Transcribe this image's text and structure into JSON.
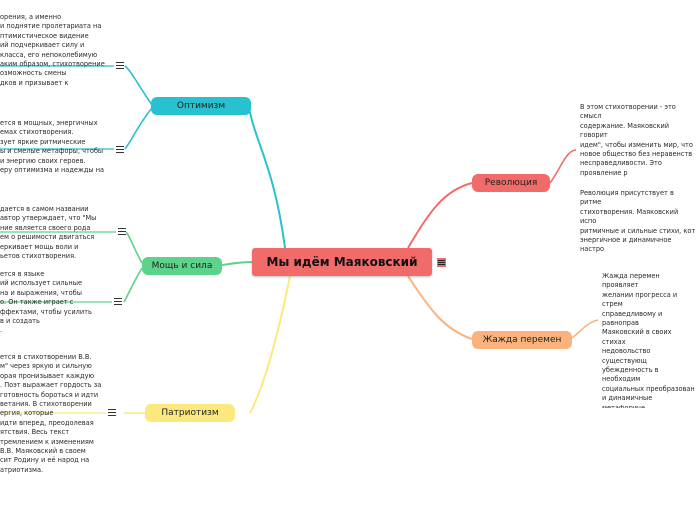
{
  "central": {
    "label": "Мы идём Маяковский"
  },
  "branches": {
    "optimism": {
      "label": "Оптимизм"
    },
    "power": {
      "label": "Мощь и сила"
    },
    "patriotism": {
      "label": "Патриотизм"
    },
    "revolution": {
      "label": "Революция"
    },
    "thirst": {
      "label": "Жажда перемен"
    }
  },
  "notes": {
    "optimism_1": "орения, а именно\nи поднятие пролетариата на\nптимистическое видение\nий подчеркивает силу и\nкласса, его непоколебимую\nаким образом, стихотворение\nозможность смены\nдков и призывает к",
    "optimism_2": "ется в мощных, энергичных\nемах стихотворения.\nзует яркие ритмические\nы и смелые метафоры, чтобы\nи энергию своих героев.\nеру оптимизма и надежды на",
    "power_1": "дается в самом названии\nавтор утверждает, что \"Мы\nние является своего рода\nем о решимости двигаться\nеркивает мощь воли и\nьетов стихотворения.",
    "power_2": "ется в языке\nий использует сильные\nна и выражения, чтобы\nо. Он также играет с\nффектами, чтобы усилить\nв и создать\n.",
    "patriotism_1": "ется в стихотворении В.В.\nм\" через яркую и сильную\nорая пронизывает каждую\n. Поэт выражает гордость за\nготовность бороться и идти\nветания. В стихотворении\nергия, которые\nидти вперед, преодолевая\nятствия. Весь текст\nтремлением к изменениям\nВ.В. Маяковский в своем\nсит Родину и её народ на\nатриотизма.",
    "revolution_1": "В этом стихотворении - это смысл\nсодержание. Маяковский говорит\nидем\", чтобы изменить мир, что\nновое общество без неравенств\nнесправедливости. Это проявление р\nдуха, стремление к социальным\nустановление более справедливо\nобществе.",
    "revolution_2": "Революция присутствует в ритме\nстихотворения. Маяковский испо\nритмичные и сильные стихи, кот\nэнергичное и динамичное настро\nотражает не только внутреннюю\nрешимость автора, но и атмосфе\nперемен.",
    "thirst_1": "Жажда перемен проявляет\nжелании прогресса и стрем\nсправедливому и равноправ\nМаяковский в своих стихах\nнедовольство существующ\nубежденность в необходим\nсоциальных преобразован\nи динамичные метафориче\nчитателям, призывая их не\nсмело шагать вперед и бор\nЭто стихотворение полно с\nагрессии, но в нем также с\nперемену и возможность н\nсудьбы."
  },
  "colors": {
    "central": "#f26b6b",
    "optimism": "#27c1cf",
    "power": "#5cd28a",
    "patriotism": "#fbe97e",
    "revolution": "#f26b6b",
    "thirst": "#fbb27d"
  }
}
